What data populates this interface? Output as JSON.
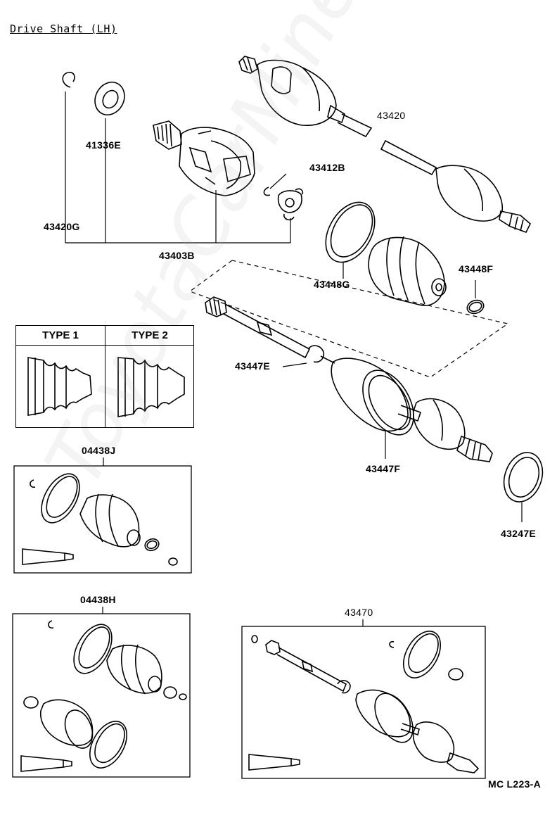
{
  "title": "Drive Shaft (LH)",
  "watermark": "ToyotaCarMiner.ru",
  "catalog_ref": "MC L223-A",
  "types": {
    "type1": "TYPE 1",
    "type2": "TYPE 2"
  },
  "parts": {
    "p41336E": "41336E",
    "p43420G": "43420G",
    "p43403B": "43403B",
    "p43412B": "43412B",
    "p43420": "43420",
    "p43448G": "43448G",
    "p43448F": "43448F",
    "p43447E": "43447E",
    "p43447F": "43447F",
    "p43247E": "43247E",
    "p04438J": "04438J",
    "p04438H": "04438H",
    "p43470": "43470"
  }
}
